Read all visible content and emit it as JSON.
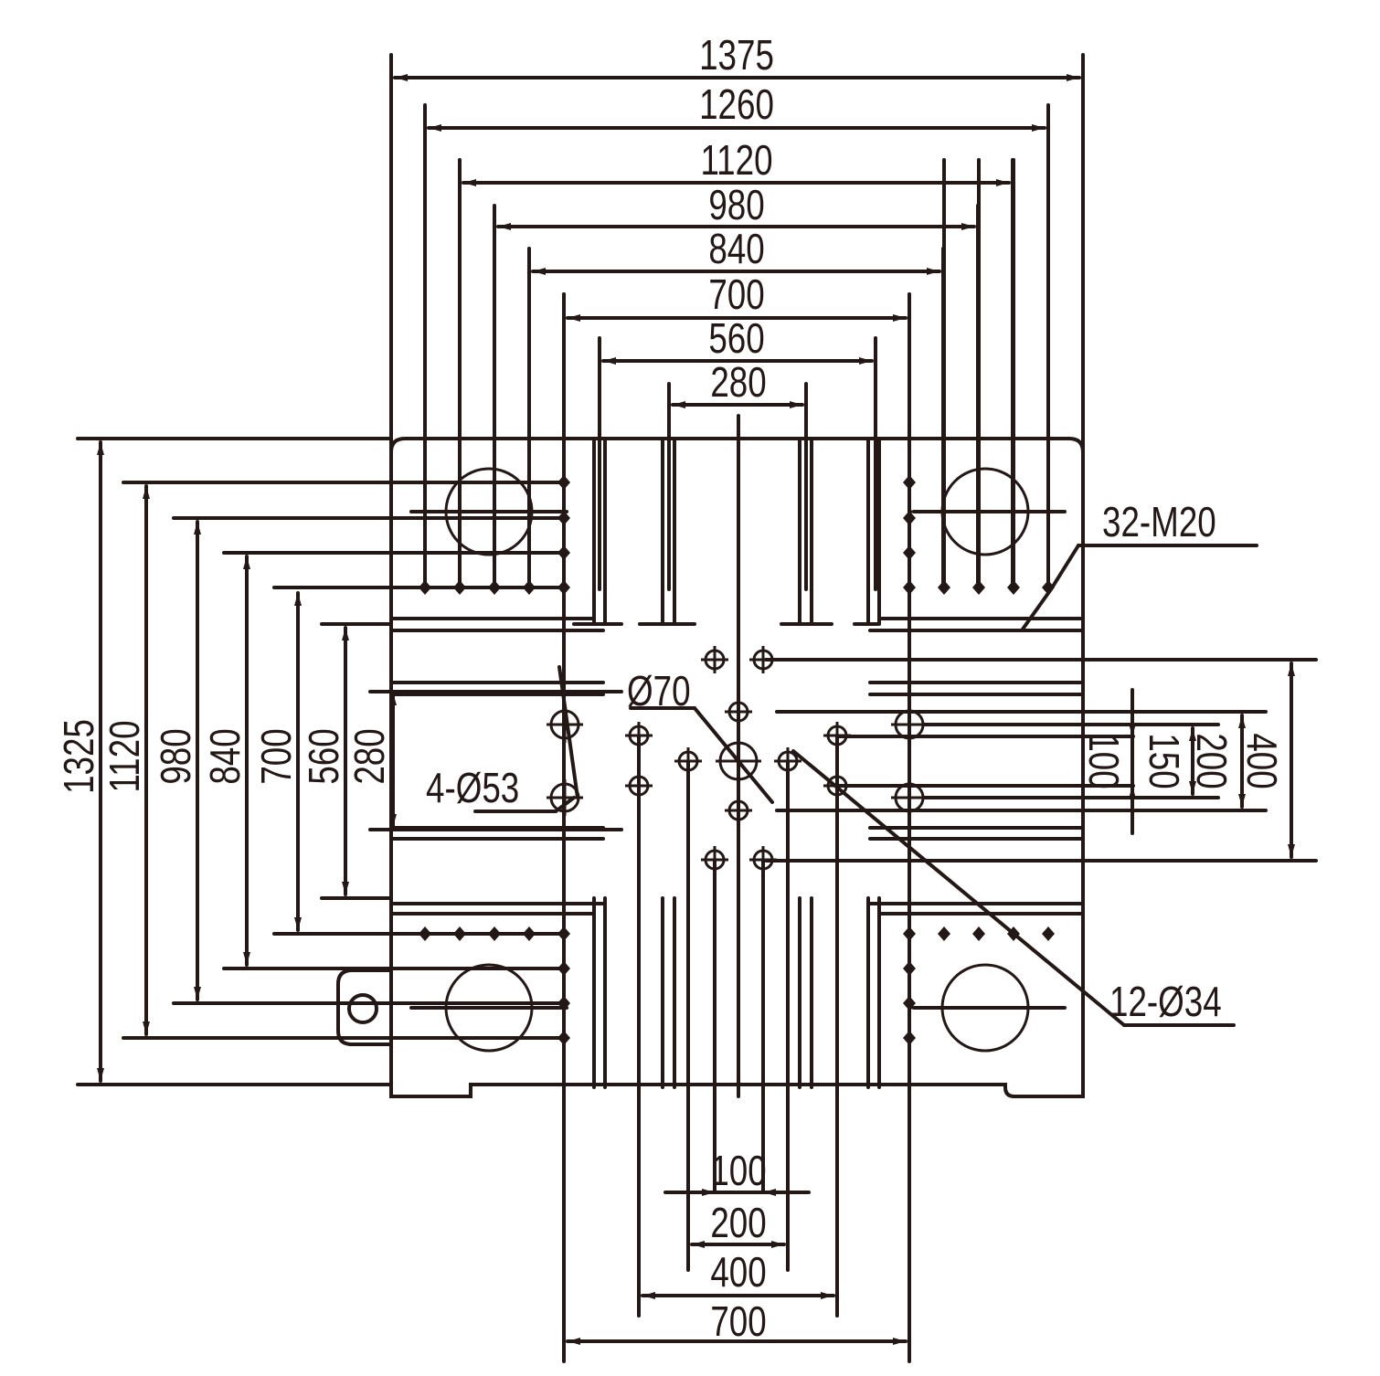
{
  "colors": {
    "ink": "#231815",
    "background": "#ffffff"
  },
  "dimensions": {
    "top": [
      "1375",
      "1260",
      "1120",
      "980",
      "840",
      "700",
      "560",
      "280"
    ],
    "left": [
      "1325",
      "1120",
      "980",
      "840",
      "700",
      "560",
      "280"
    ],
    "right": [
      "100",
      "150",
      "200",
      "400"
    ],
    "bottom": [
      "100",
      "200",
      "400",
      "700"
    ]
  },
  "callouts": {
    "threaded_holes": "32-M20",
    "mounting_holes": "12-Ø34",
    "center_bore": "Ø70",
    "large_holes": "4-Ø53"
  }
}
